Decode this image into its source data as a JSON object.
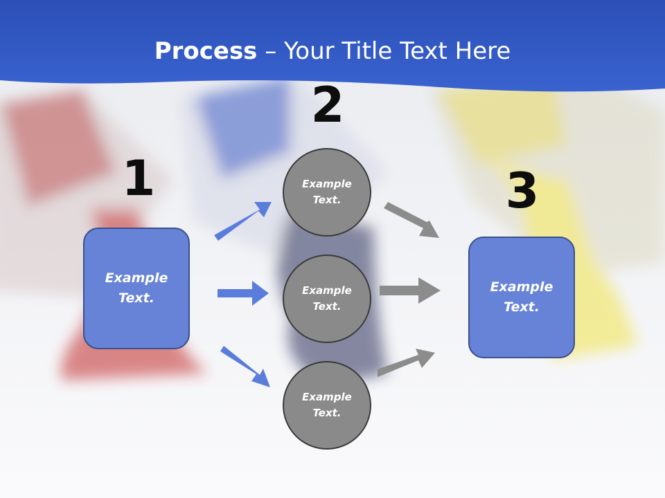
{
  "title": {
    "bold": "Process",
    "rest": " – Your Title Text Here"
  },
  "steps": {
    "one": "1",
    "two": "2",
    "three": "3"
  },
  "box_left": {
    "text": "Example Text."
  },
  "box_right": {
    "text": "Example Text."
  },
  "circles": [
    {
      "text": "Example Text."
    },
    {
      "text": "Example Text."
    },
    {
      "text": "Example Text."
    }
  ],
  "colors": {
    "header": "#3156c4",
    "box": "#6683d8",
    "circle": "#8a8a8a",
    "blue_arrow": "#5a7ddb",
    "gray_arrow": "#8c8c8c"
  }
}
